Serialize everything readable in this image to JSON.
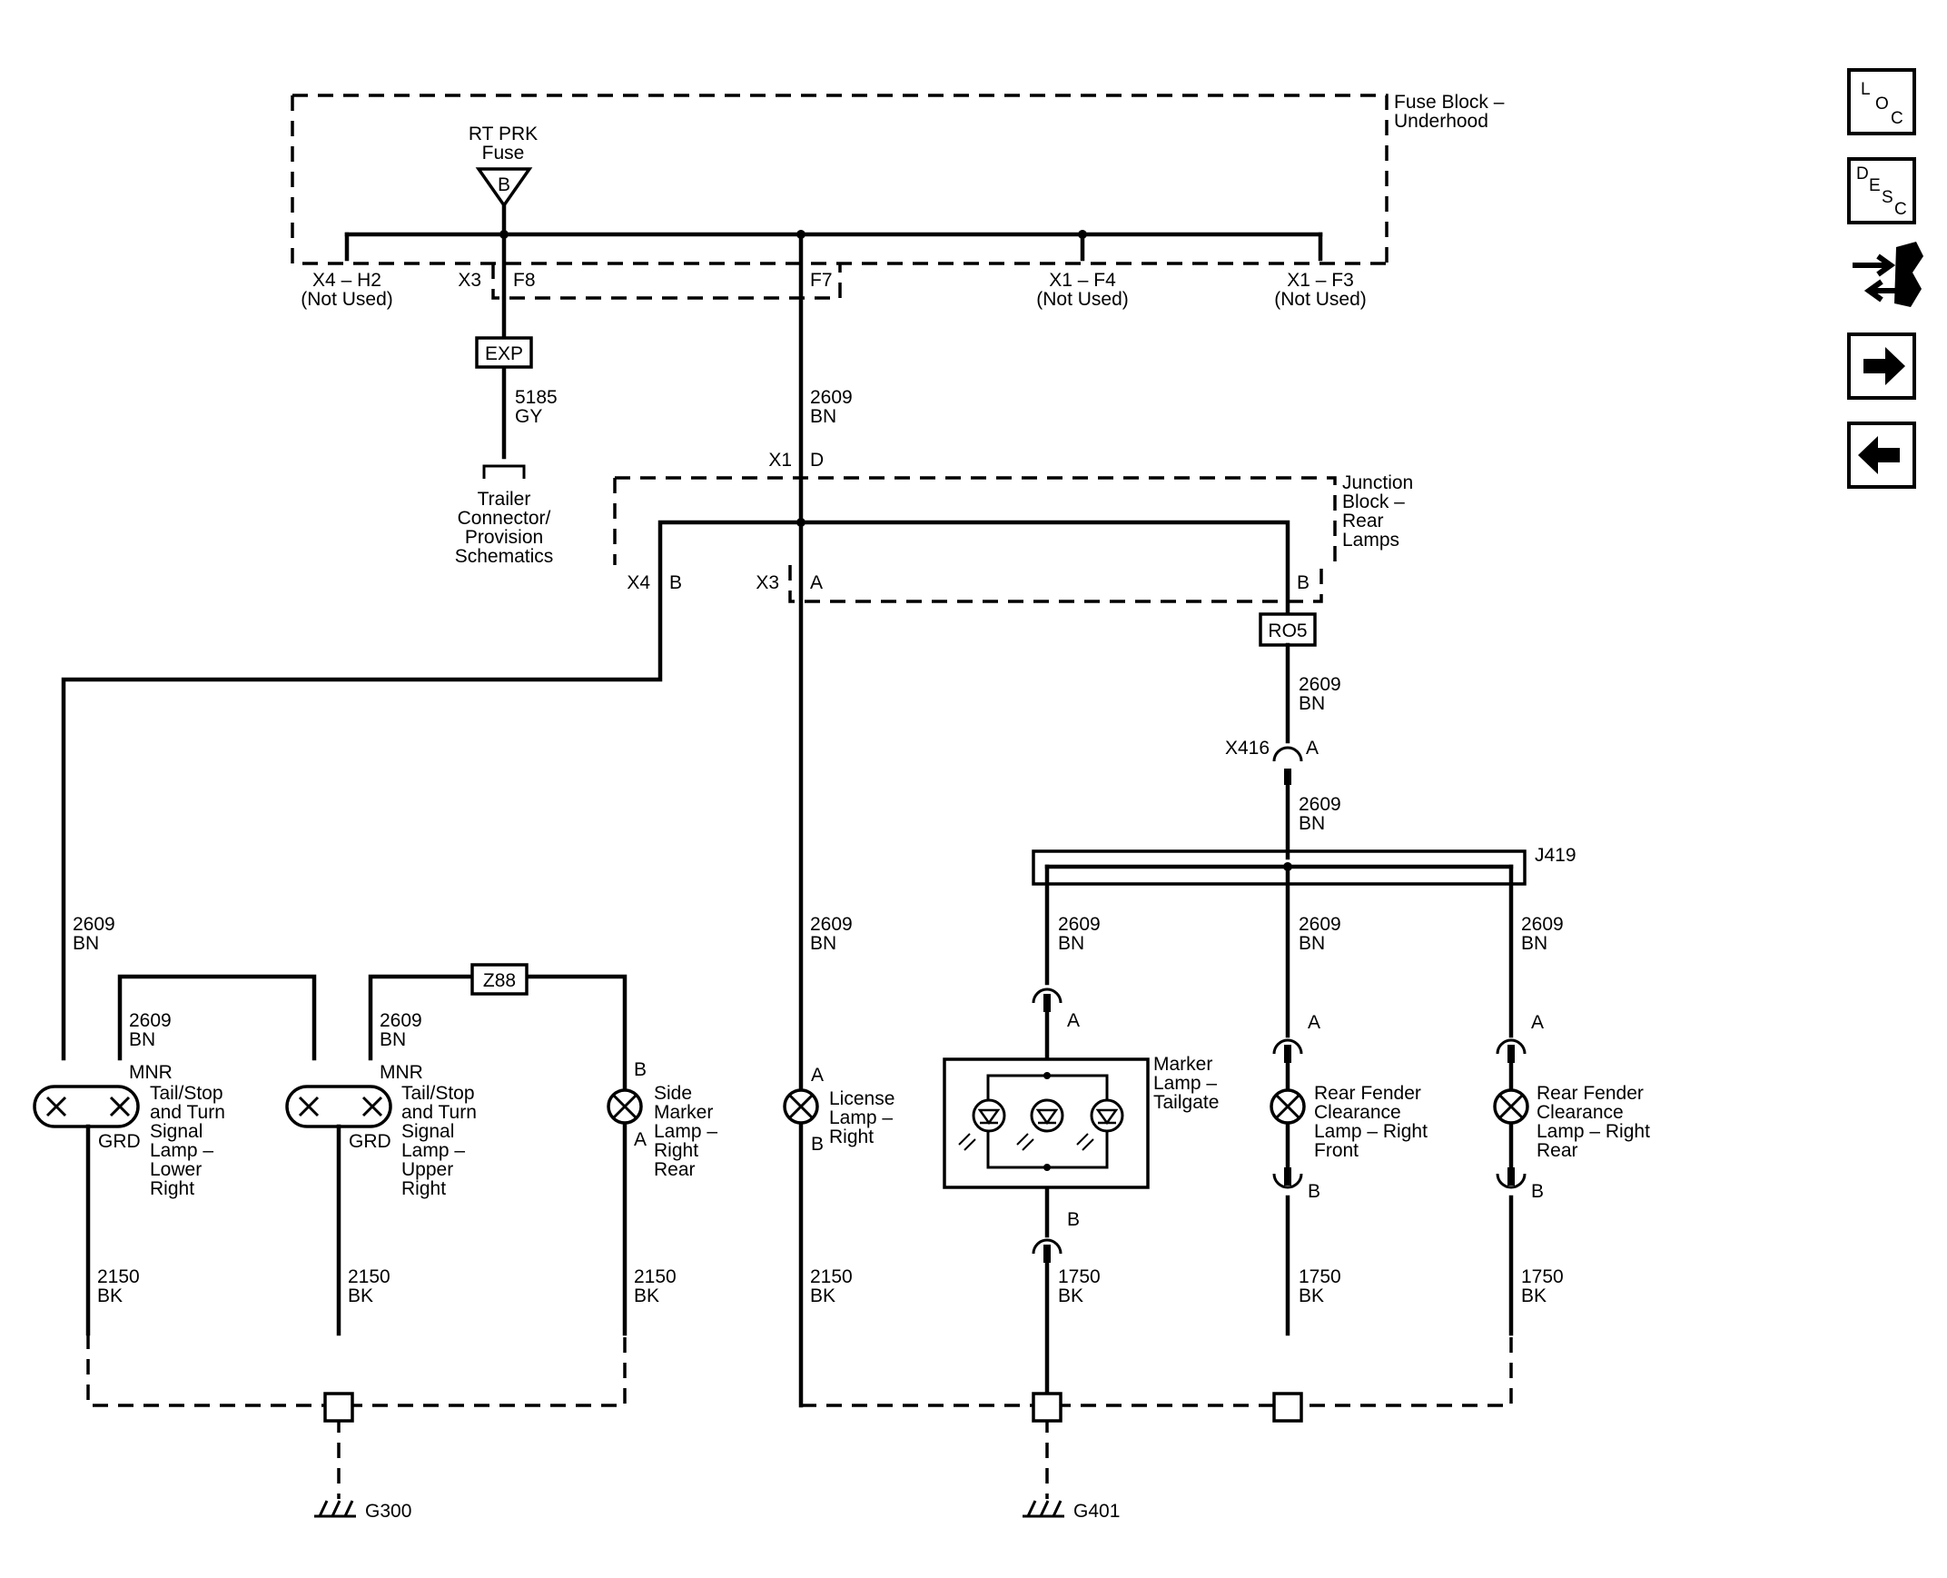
{
  "fuse_block": {
    "title": [
      "Fuse Block –",
      "Underhood"
    ],
    "fuse_label": [
      "RT PRK",
      "Fuse"
    ],
    "fuse_letter": "B"
  },
  "fuse_pins": {
    "x4": "X4 – H2",
    "x4_note": "(Not Used)",
    "x3": "X3",
    "f8": "F8",
    "f7": "F7",
    "x1f4": "X1 – F4",
    "x1f4_note": "(Not Used)",
    "x1f3": "X1 – F3",
    "x1f3_note": "(Not Used)"
  },
  "exp_box": "EXP",
  "trailer_wire": {
    "circuit": "5185",
    "color": "GY"
  },
  "trailer_dest": [
    "Trailer",
    "Connector/",
    "Provision",
    "Schematics"
  ],
  "main_wire": {
    "circuit": "2609",
    "color": "BN"
  },
  "junction_block": {
    "title": [
      "Junction",
      "Block –",
      "Rear",
      "Lamps"
    ],
    "in_conn": "X1",
    "in_pin": "D",
    "x4": "X4",
    "x4_pin": "B",
    "x3": "X3",
    "x3_pin": "A",
    "right_pin": "B"
  },
  "r05_box": "RO5",
  "x416": {
    "name": "X416",
    "pin": "A"
  },
  "j419": "J419",
  "z88_box": "Z88",
  "ground_wire_2150": {
    "circuit": "2150",
    "color": "BK"
  },
  "ground_wire_1750": {
    "circuit": "1750",
    "color": "BK"
  },
  "lamps": {
    "lower": {
      "mnr": "MNR",
      "grd": "GRD",
      "name": [
        "Tail/Stop",
        "and Turn",
        "Signal",
        "Lamp –",
        "Lower",
        "Right"
      ]
    },
    "upper": {
      "mnr": "MNR",
      "grd": "GRD",
      "name": [
        "Tail/Stop",
        "and Turn",
        "Signal",
        "Lamp –",
        "Upper",
        "Right"
      ]
    },
    "side_marker": {
      "pin_top": "B",
      "pin_bottom": "A",
      "name": [
        "Side",
        "Marker",
        "Lamp –",
        "Right",
        "Rear"
      ]
    },
    "license": {
      "pin_top": "A",
      "pin_bottom": "B",
      "name": [
        "License",
        "Lamp –",
        "Right"
      ]
    },
    "marker_tailgate": {
      "pin_top": "A",
      "pin_bottom": "B",
      "name": [
        "Marker",
        "Lamp –",
        "Tailgate"
      ]
    },
    "fender_front": {
      "pin_top": "A",
      "pin_bottom": "B",
      "name": [
        "Rear Fender",
        "Clearance",
        "Lamp – Right",
        "Front"
      ]
    },
    "fender_rear": {
      "pin_top": "A",
      "pin_bottom": "B",
      "name": [
        "Rear Fender",
        "Clearance",
        "Lamp – Right",
        "Rear"
      ]
    }
  },
  "grounds": {
    "g300": "G300",
    "g401": "G401"
  },
  "side_nav": {
    "loc": [
      "L",
      "O",
      "C"
    ],
    "desc": [
      "D",
      "E",
      "S",
      "C"
    ]
  }
}
